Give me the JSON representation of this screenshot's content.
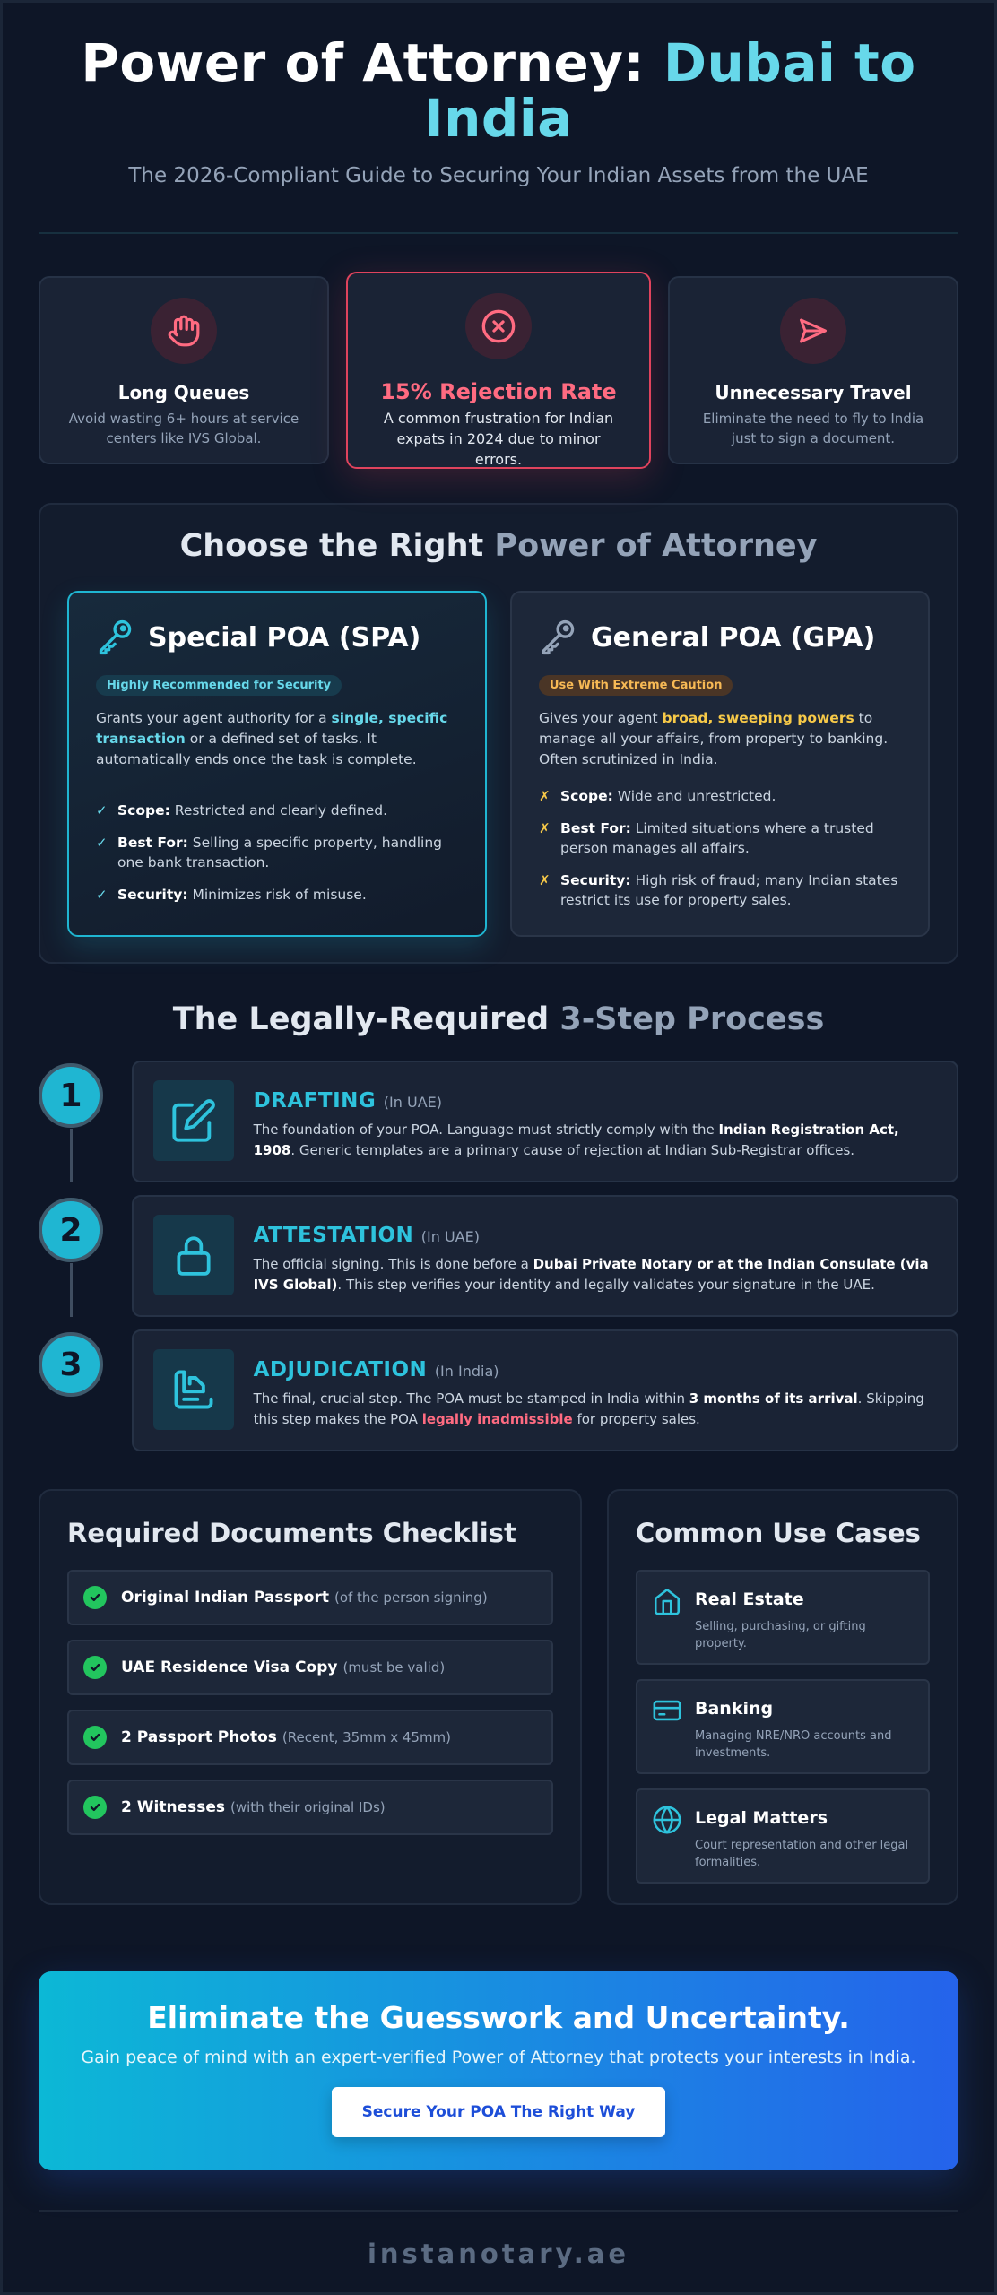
{
  "header": {
    "title_part1": "Power of Attorney: ",
    "title_part2": "Dubai to India",
    "subtitle": "The 2026-Compliant Guide to Securing Your Indian Assets from the UAE"
  },
  "pain_points": [
    {
      "title": "Long Queues",
      "desc": "Avoid wasting 6+ hours at service centers like IVS Global.",
      "icon": "hand-stop-icon"
    },
    {
      "title": "15% Rejection Rate",
      "desc": "A common frustration for Indian expats in 2024 due to minor errors.",
      "icon": "x-circle-icon"
    },
    {
      "title": "Unnecessary Travel",
      "desc": "Eliminate the need to fly to India just to sign a document.",
      "icon": "send-icon"
    }
  ],
  "poa": {
    "title_part1": "Choose the Right ",
    "title_part2": "Power of Attorney",
    "spa": {
      "name": "Special POA (SPA)",
      "badge": "Highly Recommended for Security",
      "desc_a": "Grants your agent authority for a ",
      "desc_b": "single, specific transaction",
      "desc_c": " or a defined set of tasks. It automatically ends once the task is complete.",
      "mark": "✓",
      "items": [
        {
          "label": "Scope:",
          "text": " Restricted and clearly defined."
        },
        {
          "label": "Best For:",
          "text": " Selling a specific property, handling one bank transaction."
        },
        {
          "label": "Security:",
          "text": " Minimizes risk of misuse."
        }
      ]
    },
    "gpa": {
      "name": "General POA (GPA)",
      "badge": "Use With Extreme Caution",
      "desc_a": "Gives your agent ",
      "desc_b": "broad, sweeping powers",
      "desc_c": " to manage all your affairs, from property to banking. Often scrutinized in India.",
      "mark": "✗",
      "items": [
        {
          "label": "Scope:",
          "text": " Wide and unrestricted."
        },
        {
          "label": "Best For:",
          "text": " Limited situations where a trusted person manages all affairs."
        },
        {
          "label": "Security:",
          "text": " High risk of fraud; many Indian states restrict its use for property sales."
        }
      ]
    }
  },
  "process": {
    "title_part1": "The Legally-Required ",
    "title_part2": "3-Step Process",
    "steps": [
      {
        "num": "1",
        "title": "DRAFTING",
        "where": "(In UAE)",
        "desc_a": "The foundation of your POA. Language must strictly comply with the ",
        "desc_b": "Indian Registration Act, 1908",
        "desc_c": ". Generic templates are a primary cause of rejection at Indian Sub-Registrar offices."
      },
      {
        "num": "2",
        "title": "ATTESTATION",
        "where": "(In UAE)",
        "desc_a": "The official signing. This is done before a ",
        "desc_b": "Dubai Private Notary or at the Indian Consulate (via IVS Global)",
        "desc_c": ". This step verifies your identity and legally validates your signature in the UAE."
      },
      {
        "num": "3",
        "title": "ADJUDICATION",
        "where": "(In India)",
        "desc_a": "The final, crucial step. The POA must be stamped in India within ",
        "desc_b": "3 months of its arrival",
        "desc_c": ". Skipping this step makes the POA ",
        "desc_d": "legally inadmissible",
        "desc_e": " for property sales."
      }
    ]
  },
  "documents": {
    "title": "Required Documents Checklist",
    "items": [
      {
        "name": "Original Indian Passport",
        "note": "(of the person signing)"
      },
      {
        "name": "UAE Residence Visa Copy",
        "note": "(must be valid)"
      },
      {
        "name": "2 Passport Photos",
        "note": "(Recent, 35mm x 45mm)"
      },
      {
        "name": "2 Witnesses",
        "note": "(with their original IDs)"
      }
    ]
  },
  "use_cases": {
    "title": "Common Use Cases",
    "items": [
      {
        "title": "Real Estate",
        "desc": "Selling, purchasing, or gifting property.",
        "icon": "home-icon"
      },
      {
        "title": "Banking",
        "desc": "Managing NRE/NRO accounts and investments.",
        "icon": "credit-card-icon"
      },
      {
        "title": "Legal Matters",
        "desc": "Court representation and other legal formalities.",
        "icon": "globe-icon"
      }
    ]
  },
  "cta": {
    "title": "Eliminate the Guesswork and Uncertainty.",
    "subtitle": "Gain peace of mind with an expert-verified Power of Attorney that protects your interests in India.",
    "button": "Secure Your POA The Right Way"
  },
  "footer": {
    "brand": "instanotary.ae"
  },
  "colors": {
    "background": "#0e1627",
    "accent_cyan": "#1fb6d2",
    "danger": "#e0435d",
    "warning": "#f7c948",
    "success": "#22c55e"
  }
}
